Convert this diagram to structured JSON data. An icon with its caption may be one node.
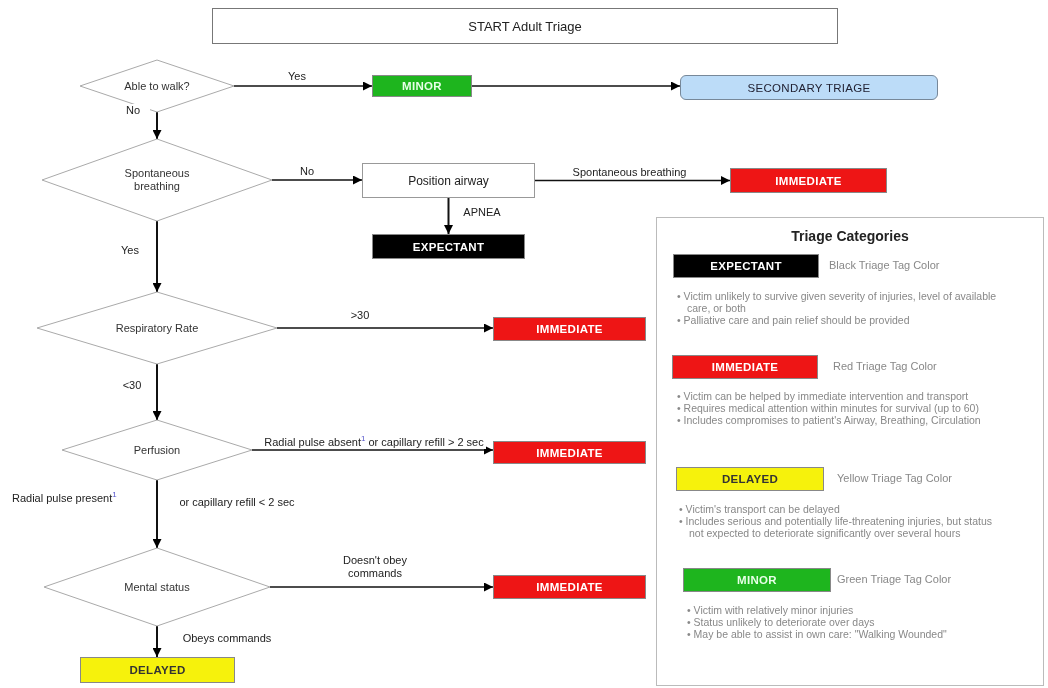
{
  "diagram": {
    "title": "START Adult Triage",
    "nodes": [
      {
        "text": [
          "Able to walk?"
        ]
      },
      {
        "text": [
          "MINOR"
        ]
      },
      {
        "text": [
          "SECONDARY TRIAGE"
        ]
      },
      {
        "text": [
          "Spontaneous breathing"
        ]
      },
      {
        "text": [
          "Position airway"
        ]
      },
      {
        "text": [
          "IMMEDIATE"
        ]
      },
      {
        "text": [
          "EXPECTANT"
        ]
      },
      {
        "text": [
          "Respiratory Rate"
        ]
      },
      {
        "text": [
          "IMMEDIATE"
        ]
      },
      {
        "text": [
          "Perfusion"
        ]
      },
      {
        "text": [
          "IMMEDIATE"
        ]
      },
      {
        "text": [
          "Mental status"
        ]
      },
      {
        "text": [
          "IMMEDIATE"
        ]
      },
      {
        "text": [
          "DELAYED"
        ]
      },
      {
        "text": [
          "Triage Categories"
        ]
      },
      {
        "text": [
          "EXPECTANT"
        ],
        "in": 14,
        "beside": [
          "Black Triage Tag Color",
          "• Victim unlikely to survive given severity of injuries, level of available care, or both",
          "• Palliative care and pain relief should be provided"
        ]
      },
      {
        "text": [
          "IMMEDIATE"
        ],
        "in": 14,
        "beside": [
          "Red Triage Tag Color",
          "• Victim can be helped by immediate intervention and transport",
          "• Requires medical attention within minutes for survival (up to 60)",
          "• Includes compromises to patient's Airway, Breathing, Circulation"
        ]
      },
      {
        "text": [
          "DELAYED"
        ],
        "in": 14,
        "beside": [
          "Yellow Triage Tag Color",
          "• Victim's transport can be delayed",
          "• Includes serious and potentially life-threatening injuries, but status not expected to deteriorate significantly over several hours"
        ]
      },
      {
        "text": [
          "MINOR"
        ],
        "in": 14,
        "beside": [
          "Green Triage Tag Color",
          "• Victim with relatively minor injuries",
          "• Status unlikely to deteriorate over days",
          "• May be able to assist in own care: \"Walking Wounded\""
        ]
      }
    ],
    "edges": [
      {
        "from": 0,
        "to": 1,
        "arrow": "to",
        "label": "Yes"
      },
      {
        "from": 1,
        "to": 2,
        "arrow": "to"
      },
      {
        "from": 0,
        "to": 3,
        "arrow": "to",
        "label": "No"
      },
      {
        "from": 3,
        "to": 4,
        "arrow": "to",
        "label": "No"
      },
      {
        "from": 4,
        "to": 5,
        "arrow": "to",
        "label": "Spontaneous breathing"
      },
      {
        "from": 4,
        "to": 6,
        "arrow": "to",
        "label": "APNEA"
      },
      {
        "from": 3,
        "to": 7,
        "arrow": "to",
        "label": "Yes"
      },
      {
        "from": 7,
        "to": 8,
        "arrow": "to",
        "label": ">30"
      },
      {
        "from": 7,
        "to": 9,
        "arrow": "to",
        "label": "<30"
      },
      {
        "from": 9,
        "to": 10,
        "arrow": "to",
        "label": "Radial pulse absent$^{1}$ or capillary refill > 2 sec"
      },
      {
        "from": 9,
        "to": 11,
        "arrow": "to",
        "label": "or capillary refill < 2 sec"
      },
      {
        "from": 11,
        "to": 12,
        "arrow": "to",
        "label": "Doesn't obey commands"
      },
      {
        "from": 11,
        "to": 13,
        "arrow": "to",
        "label": "Obeys commands"
      }
    ],
    "labels": [
      "Radial pulse present$^{1}$"
    ]
  }
}
